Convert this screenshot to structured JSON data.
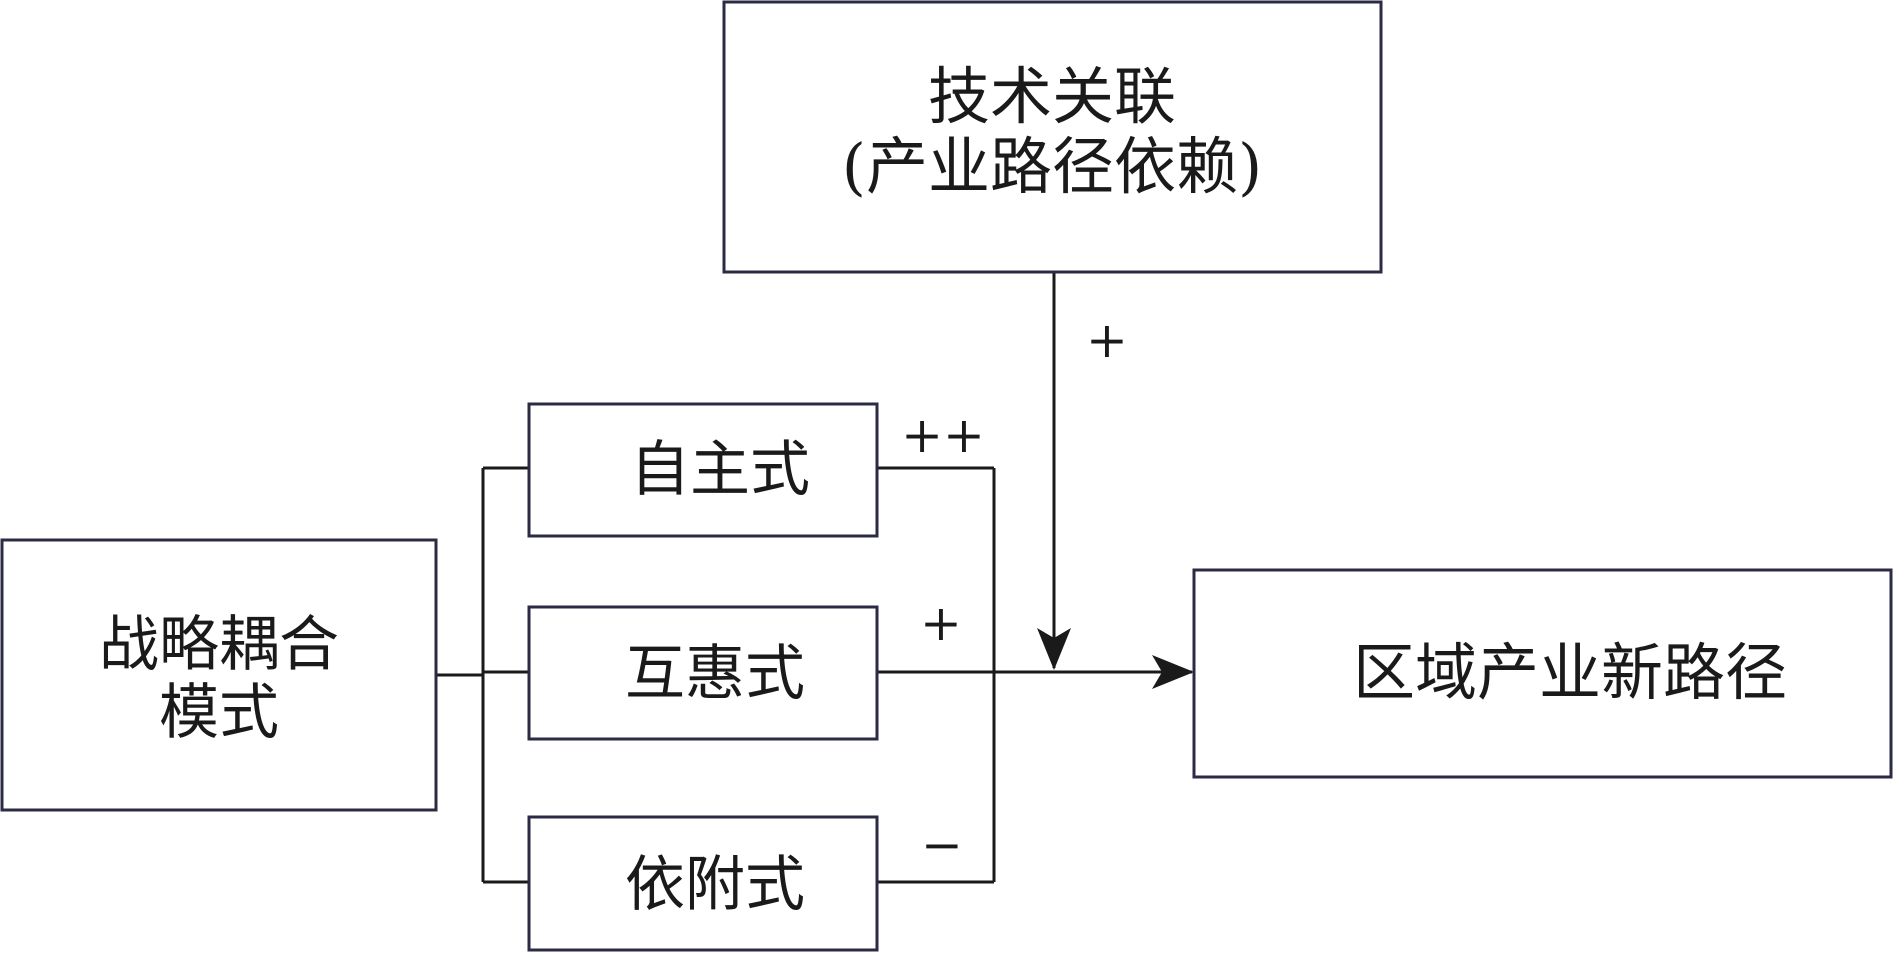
{
  "nodes": {
    "tech": {
      "line1": "技术关联",
      "line2": "(产业路径依赖)"
    },
    "strategy": {
      "line1": "战略耦合",
      "line2": "模式"
    },
    "autonomous": {
      "label": "自主式"
    },
    "reciprocal": {
      "label": "互惠式"
    },
    "dependent": {
      "label": "依附式"
    },
    "target": {
      "label": "区域产业新路径"
    }
  },
  "edges": {
    "tech_effect": "+",
    "autonomous_effect": "++",
    "reciprocal_effect": "+",
    "dependent_effect": "−"
  },
  "colors": {
    "box_border": "#2b2b45",
    "line": "#1a1a1a",
    "text": "#1a1a1a"
  }
}
